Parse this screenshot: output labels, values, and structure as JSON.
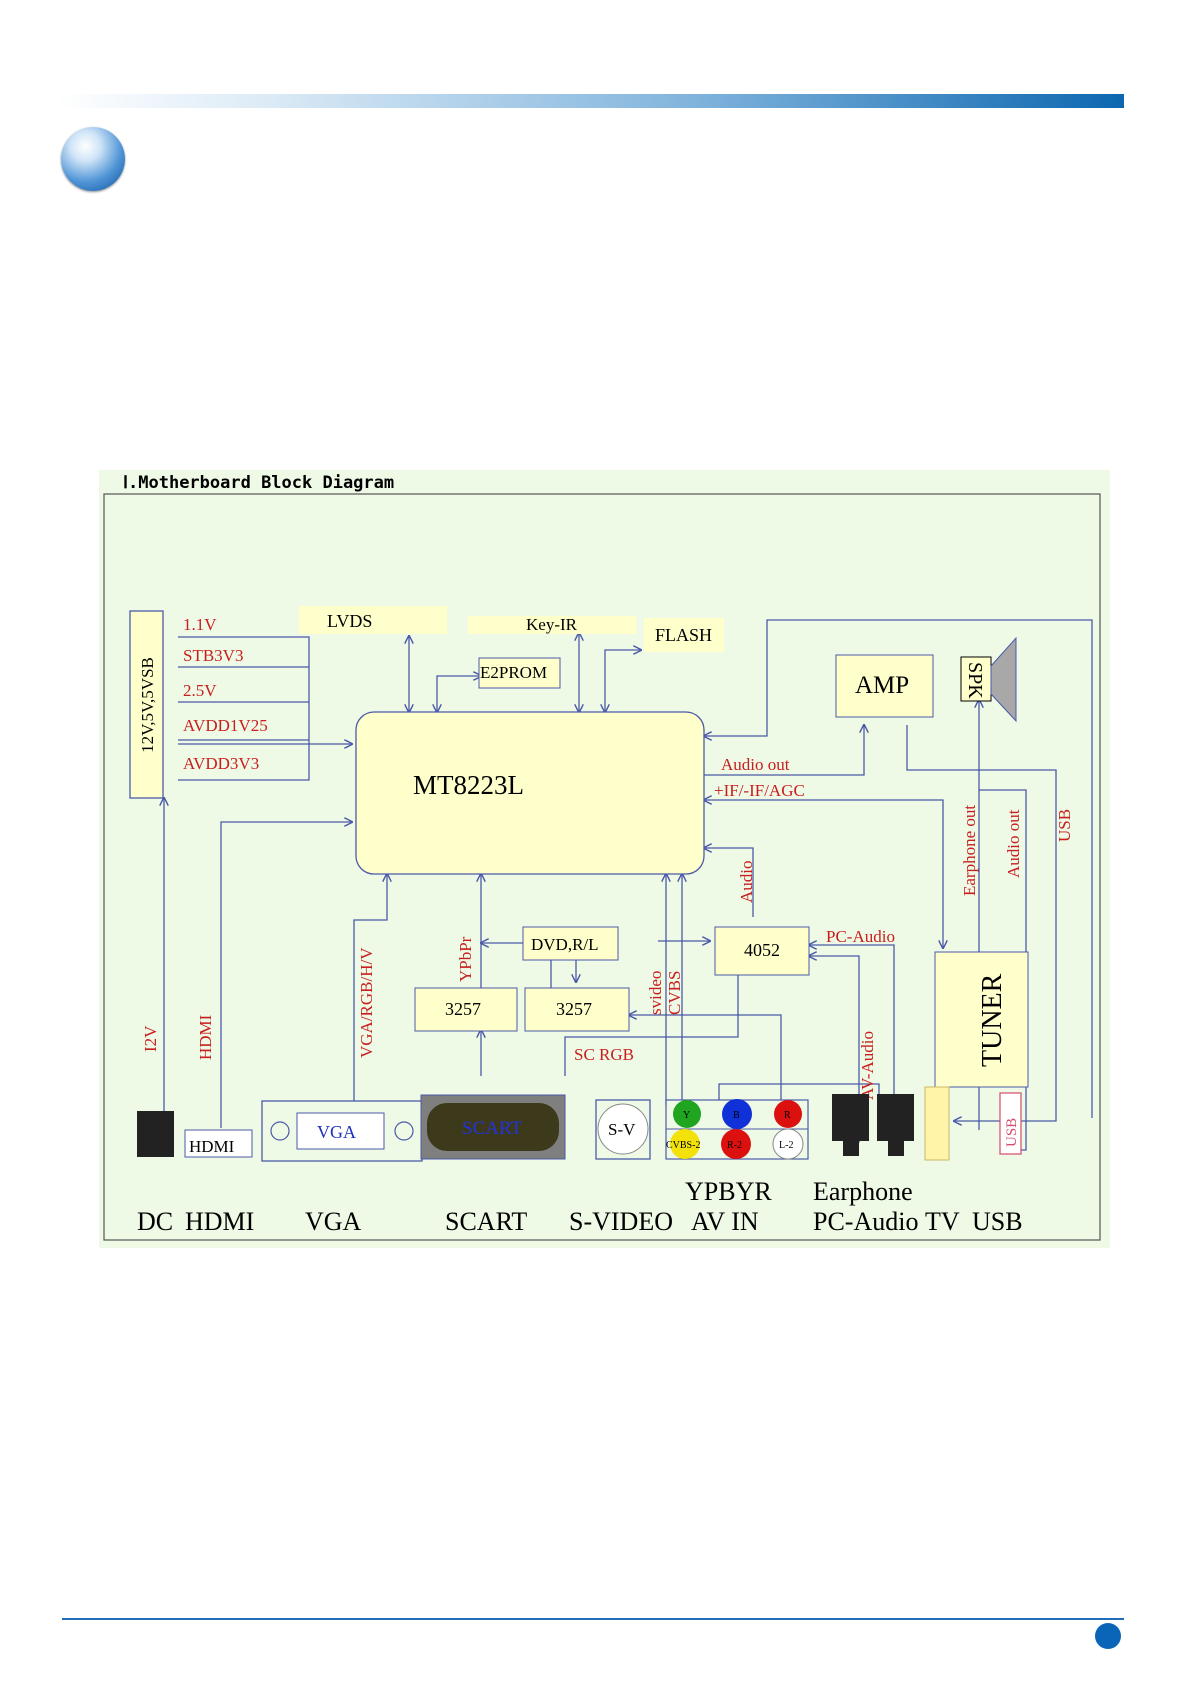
{
  "diagram": {
    "title": "Ⅰ.Motherboard Block Diagram",
    "chip": "MT8223L",
    "power": {
      "rails_block": "12V,5V,5VSB",
      "rails": [
        "1.1V",
        "STB3V3",
        "2.5V",
        "AVDD1V25",
        "AVDD3V3"
      ]
    },
    "blocks": {
      "lvds": "LVDS",
      "keyir": "Key-IR",
      "flash": "FLASH",
      "e2prom": "E2PROM",
      "amp": "AMP",
      "spk": "SPK",
      "tuner": "TUNER",
      "mux4052": "4052",
      "sw3257a": "3257",
      "sw3257b": "3257",
      "dvd": "DVD,R/L"
    },
    "signals": {
      "audio_out": "Audio out",
      "if_agc": "+IF/-IF/AGC",
      "audio": "Audio",
      "pc_audio": "PC-Audio",
      "ypbpr": "YPbPr",
      "svideo": "svideo",
      "cvbs": "CVBS",
      "sc_rgb": "SC RGB",
      "av_audio": "AV-Audio",
      "earphone_out": "Earphone out",
      "audio_out_v": "Audio out",
      "usb_v": "USB",
      "vga_rgb": "VGA/RGB/H/V",
      "hdmi_v": "HDMI",
      "v12": "I2V"
    },
    "connectors": {
      "hdmi": "HDMI",
      "vga": "VGA",
      "scart": "SCART",
      "sv": "S-V",
      "usb": "USB",
      "jack_y": "Y",
      "jack_b": "B",
      "jack_r": "R",
      "jack_cvbs2": "CVBS-2",
      "jack_r2": "R-2",
      "jack_l2": "L-2"
    },
    "bottom_labels": {
      "dc": "DC",
      "hdmi": "HDMI",
      "vga": "VGA",
      "scart": "SCART",
      "svideo": "S-VIDEO",
      "ypbyr": "YPBYR",
      "avin": "AV IN",
      "earphone": "Earphone",
      "pcaudio": "PC-Audio",
      "tv": "TV",
      "usb": "USB"
    },
    "colors": {
      "background": "#eef9e6",
      "block_fill": "#ffffcc",
      "line": "#4b5aa8",
      "signal_text": "#c81e1e",
      "accent": "#0d67b0"
    }
  }
}
